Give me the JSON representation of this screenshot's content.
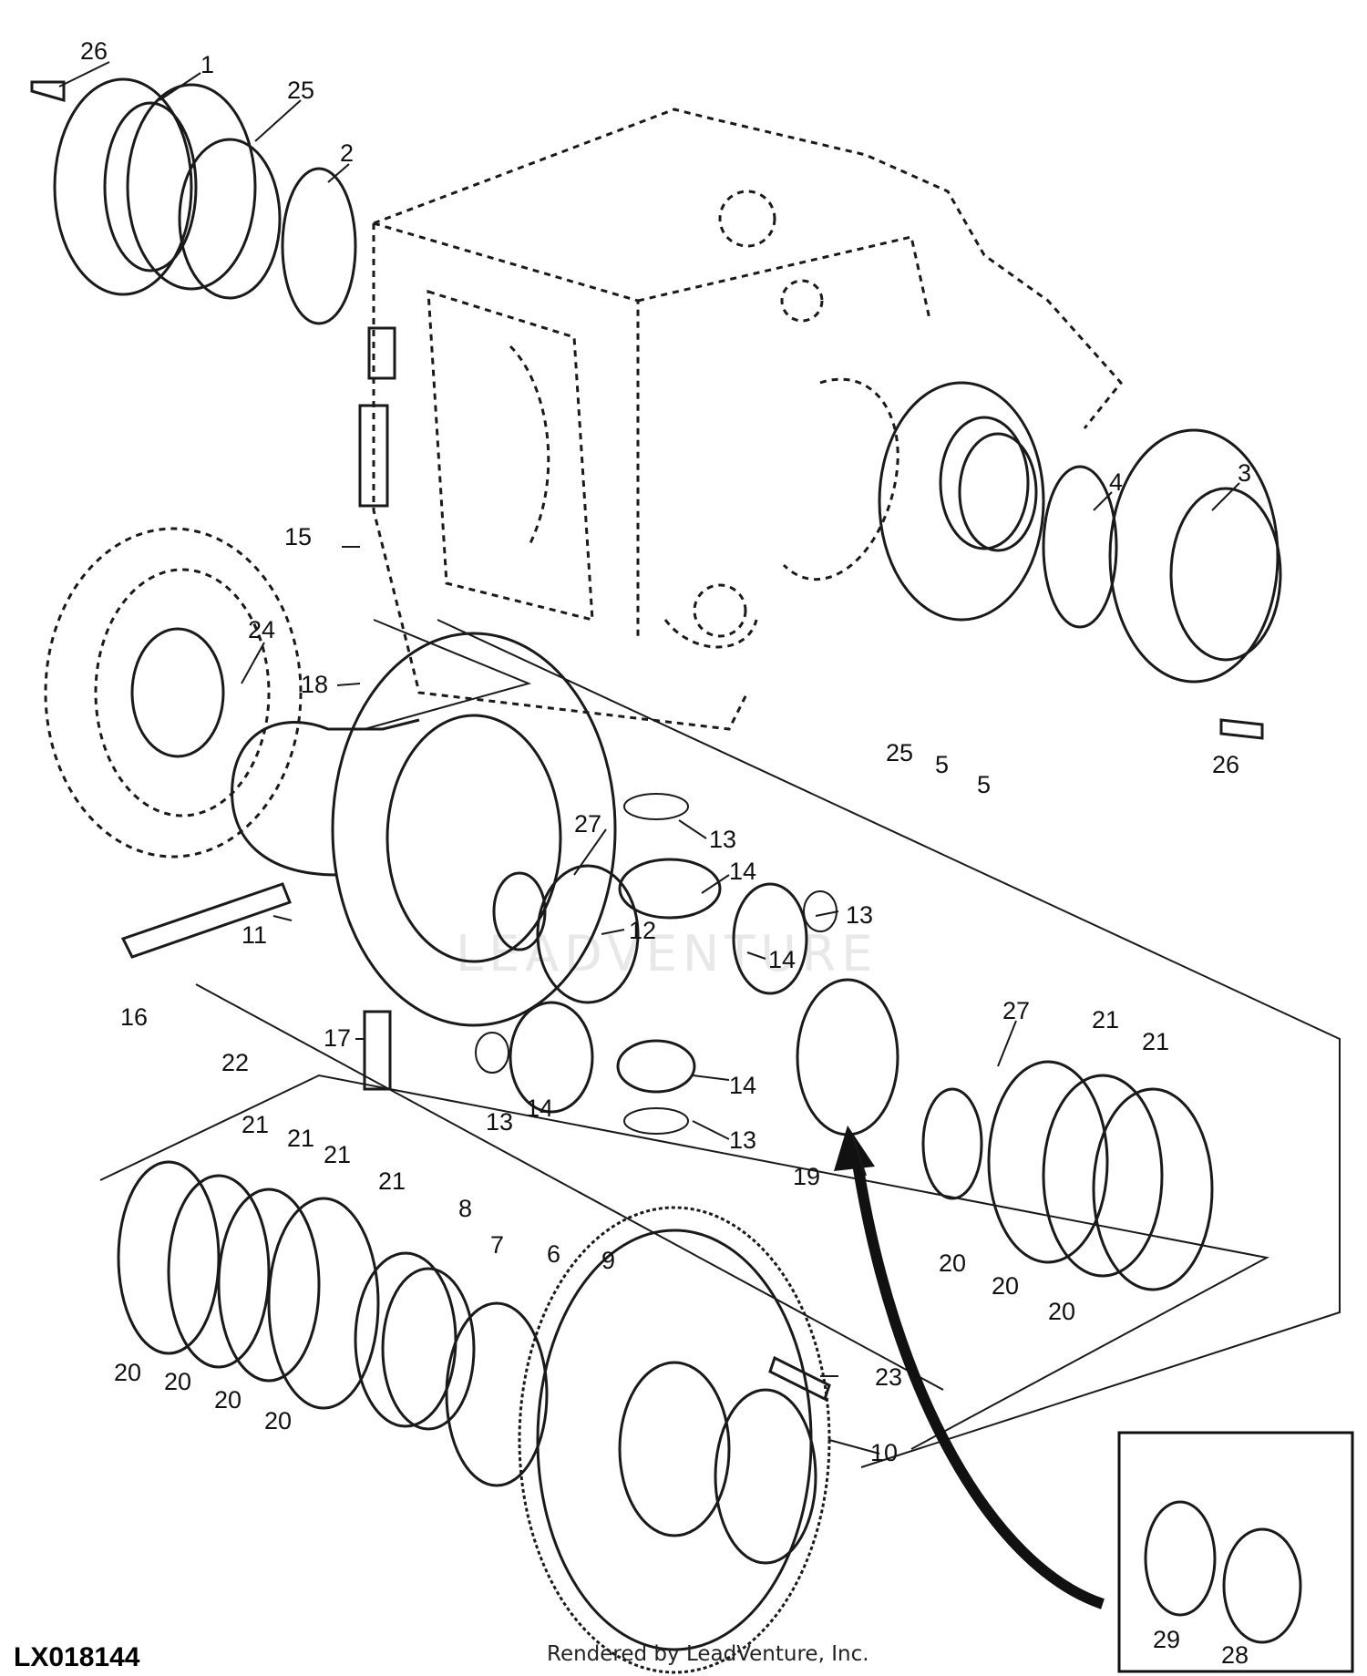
{
  "figure_code": "LX018144",
  "credit": "Rendered by LeadVenture, Inc.",
  "watermark": "LEADVENTURE",
  "callouts": [
    {
      "id": "c26a",
      "text": "26"
    },
    {
      "id": "c1",
      "text": "1"
    },
    {
      "id": "c25a",
      "text": "25"
    },
    {
      "id": "c2",
      "text": "2"
    },
    {
      "id": "c4",
      "text": "4"
    },
    {
      "id": "c3",
      "text": "3"
    },
    {
      "id": "c25b",
      "text": "25"
    },
    {
      "id": "c5a",
      "text": "5"
    },
    {
      "id": "c5b",
      "text": "5"
    },
    {
      "id": "c26b",
      "text": "26"
    },
    {
      "id": "c15",
      "text": "15"
    },
    {
      "id": "c24",
      "text": "24"
    },
    {
      "id": "c18",
      "text": "18"
    },
    {
      "id": "c27a",
      "text": "27"
    },
    {
      "id": "c13a",
      "text": "13"
    },
    {
      "id": "c14a",
      "text": "14"
    },
    {
      "id": "c13b",
      "text": "13"
    },
    {
      "id": "c12",
      "text": "12"
    },
    {
      "id": "c14b",
      "text": "14"
    },
    {
      "id": "c11",
      "text": "11"
    },
    {
      "id": "c16",
      "text": "16"
    },
    {
      "id": "c22",
      "text": "22"
    },
    {
      "id": "c17",
      "text": "17"
    },
    {
      "id": "c13c",
      "text": "13"
    },
    {
      "id": "c14c",
      "text": "14"
    },
    {
      "id": "c14d",
      "text": "14"
    },
    {
      "id": "c13d",
      "text": "13"
    },
    {
      "id": "c19",
      "text": "19"
    },
    {
      "id": "c27b",
      "text": "27"
    },
    {
      "id": "c21a",
      "text": "21"
    },
    {
      "id": "c21b",
      "text": "21"
    },
    {
      "id": "c20a",
      "text": "20"
    },
    {
      "id": "c20b",
      "text": "20"
    },
    {
      "id": "c20c",
      "text": "20"
    },
    {
      "id": "c21c",
      "text": "21"
    },
    {
      "id": "c21d",
      "text": "21"
    },
    {
      "id": "c21e",
      "text": "21"
    },
    {
      "id": "c21f",
      "text": "21"
    },
    {
      "id": "c8",
      "text": "8"
    },
    {
      "id": "c7",
      "text": "7"
    },
    {
      "id": "c6",
      "text": "6"
    },
    {
      "id": "c9",
      "text": "9"
    },
    {
      "id": "c20d",
      "text": "20"
    },
    {
      "id": "c20e",
      "text": "20"
    },
    {
      "id": "c20f",
      "text": "20"
    },
    {
      "id": "c20g",
      "text": "20"
    },
    {
      "id": "c23",
      "text": "23"
    },
    {
      "id": "c10",
      "text": "10"
    },
    {
      "id": "c29",
      "text": "29"
    },
    {
      "id": "c28",
      "text": "28"
    }
  ]
}
